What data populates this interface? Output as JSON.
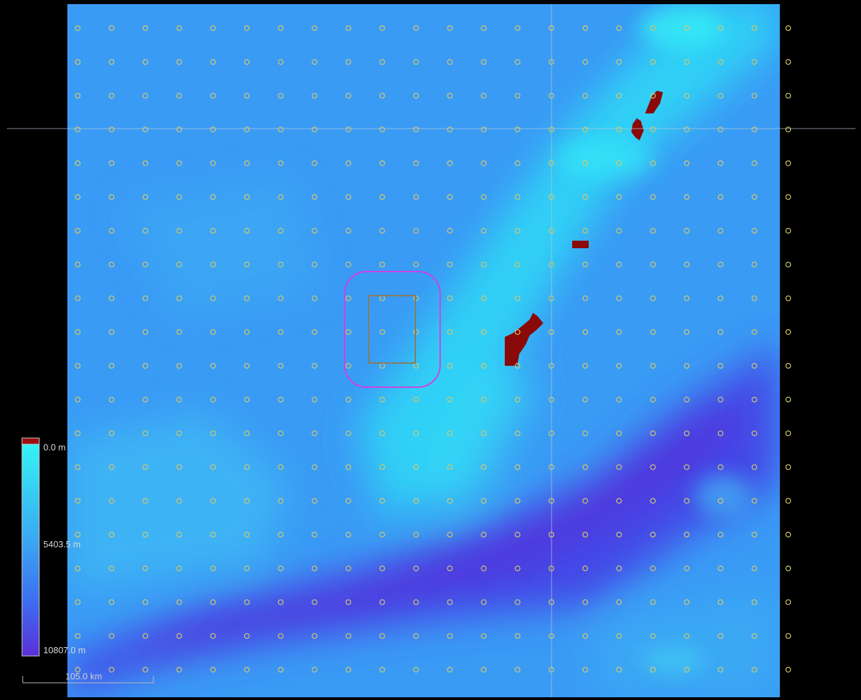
{
  "legend": {
    "min_label": "0.0 m",
    "mid_label": "5403.5 m",
    "max_label": "10807.0 m",
    "colors": [
      "#9a1010",
      "#35f2f5",
      "#3aa8f2",
      "#3e6cf0",
      "#5a2fd8"
    ]
  },
  "scale_bar": {
    "label": "105.0 km"
  },
  "colors": {
    "ocean": "#3a9bf5",
    "shallow": "#2ad9f6",
    "deep": "#4a3fe0",
    "land": "#8a0a0a",
    "grid_marker": "#d4c86a",
    "selection": "#d23fe0",
    "inner_box": "#8c7a5a"
  },
  "grid": {
    "cols": 22,
    "rows": 20
  }
}
